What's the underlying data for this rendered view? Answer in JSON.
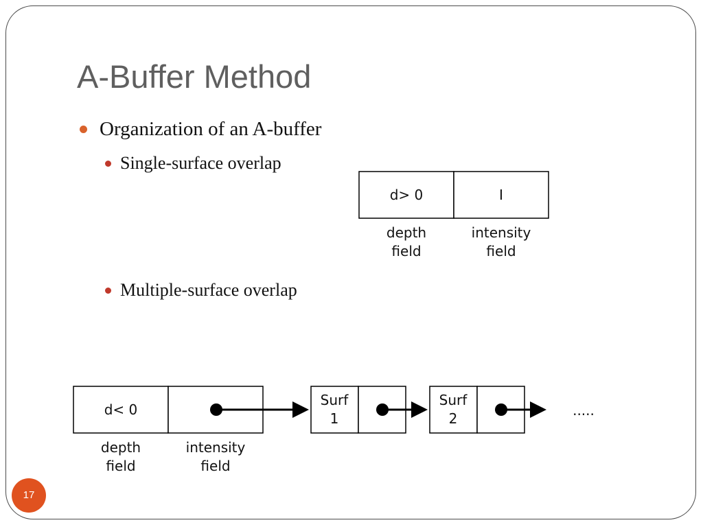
{
  "slide": {
    "title": "A-Buffer Method",
    "page_number": "17",
    "bullets": [
      "Organization of an A-buffer",
      "Single-surface overlap",
      "Multiple-surface overlap"
    ]
  },
  "single_surface": {
    "depth_cell": "d> 0",
    "intensity_cell": "I",
    "depth_label": [
      "depth",
      "field"
    ],
    "intensity_label": [
      "intensity",
      "field"
    ]
  },
  "multiple_surface": {
    "depth_cell": "d< 0",
    "depth_label": [
      "depth",
      "field"
    ],
    "intensity_label": [
      "intensity",
      "field"
    ],
    "surf1": [
      "Surf",
      "1"
    ],
    "surf2": [
      "Surf",
      "2"
    ],
    "ellipsis": "....."
  }
}
